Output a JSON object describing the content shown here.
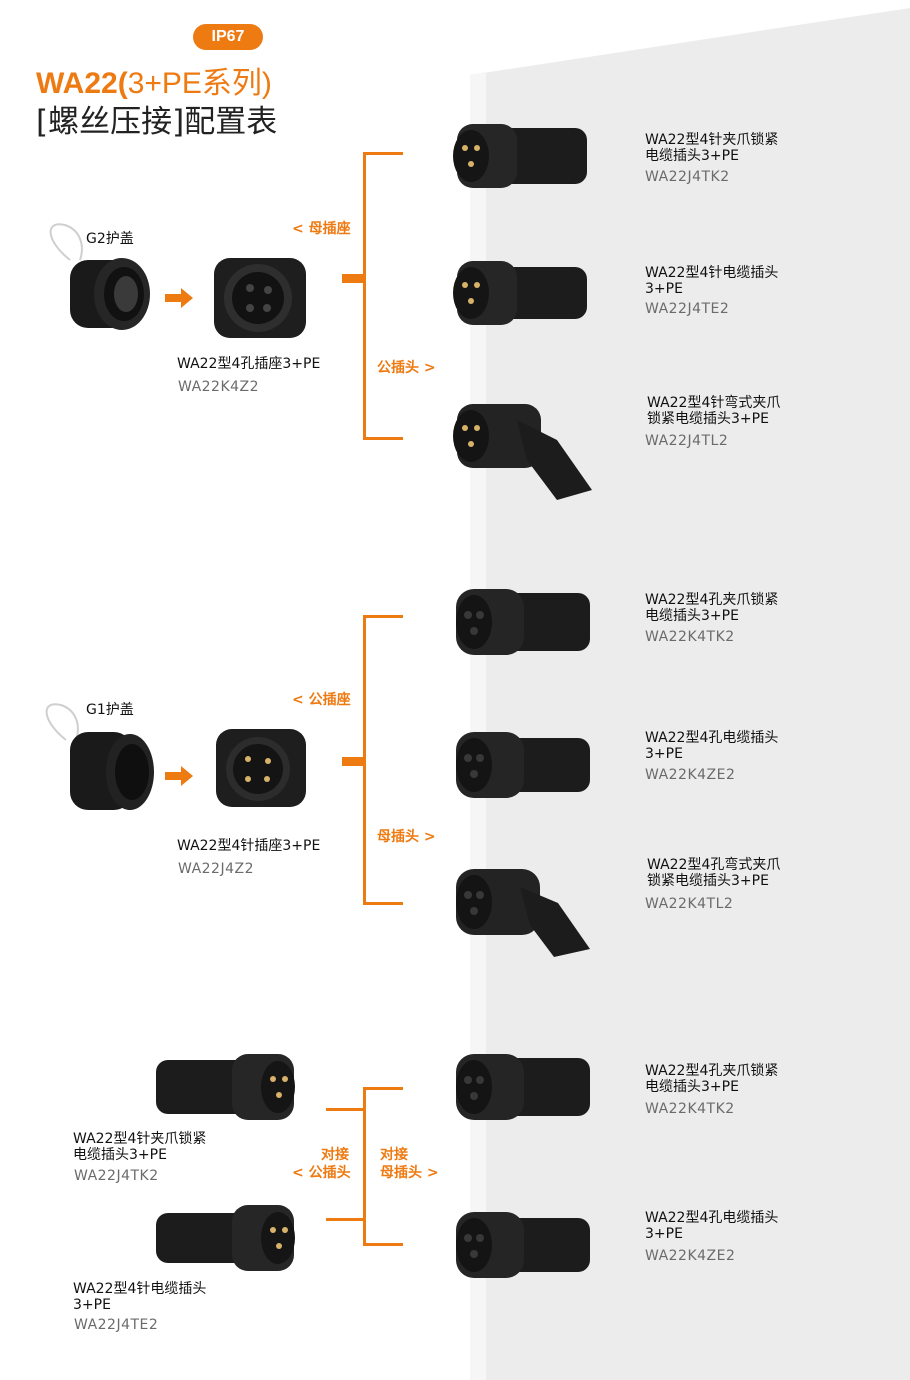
{
  "header": {
    "badge": "IP67",
    "title_bold": "WA22(",
    "title_rest": "3+PE系列)",
    "subtitle": "[螺丝压接]配置表"
  },
  "colors": {
    "accent": "#ee7a12",
    "panel": "#ededed",
    "connector": "#1c1c1c"
  },
  "section1": {
    "cap_label": "G2护盖",
    "socket": {
      "name": "WA22型4孔插座3+PE",
      "code": "WA22K4Z2"
    },
    "label_top": "< 母插座",
    "label_bottom": "公插头 >",
    "items": [
      {
        "name1": "WA22型4针夹爪锁紧",
        "name2": "电缆插头3+PE",
        "code": "WA22J4TK2"
      },
      {
        "name1": "WA22型4针电缆插头",
        "name2": "3+PE",
        "code": "WA22J4TE2"
      },
      {
        "name1": "WA22型4针弯式夹爪",
        "name2": "锁紧电缆插头3+PE",
        "code": "WA22J4TL2"
      }
    ]
  },
  "section2": {
    "cap_label": "G1护盖",
    "socket": {
      "name": "WA22型4针插座3+PE",
      "code": "WA22J4Z2"
    },
    "label_top": "< 公插座",
    "label_bottom": "母插头 >",
    "items": [
      {
        "name1": "WA22型4孔夹爪锁紧",
        "name2": "电缆插头3+PE",
        "code": "WA22K4TK2"
      },
      {
        "name1": "WA22型4孔电缆插头",
        "name2": "3+PE",
        "code": "WA22K4ZE2"
      },
      {
        "name1": "WA22型4孔弯式夹爪",
        "name2": "锁紧电缆插头3+PE",
        "code": "WA22K4TL2"
      }
    ]
  },
  "section3": {
    "left_items": [
      {
        "name1": "WA22型4针夹爪锁紧",
        "name2": "电缆插头3+PE",
        "code": "WA22J4TK2"
      },
      {
        "name1": "WA22型4针电缆插头",
        "name2": "3+PE",
        "code": "WA22J4TE2"
      }
    ],
    "label_left_1": "对接",
    "label_left_2": "< 公插头",
    "label_right_1": "对接",
    "label_right_2": "母插头 >",
    "items": [
      {
        "name1": "WA22型4孔夹爪锁紧",
        "name2": "电缆插头3+PE",
        "code": "WA22K4TK2"
      },
      {
        "name1": "WA22型4孔电缆插头",
        "name2": "3+PE",
        "code": "WA22K4ZE2"
      }
    ]
  }
}
